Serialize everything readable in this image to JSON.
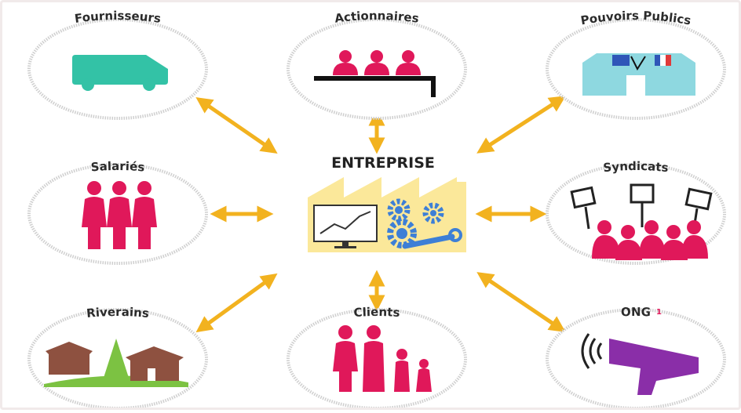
{
  "center": {
    "title": "ENTREPRISE",
    "icon": "factory-gears-chart-icon"
  },
  "stakeholders": [
    {
      "label": "Fournisseurs",
      "icon": "van-icon"
    },
    {
      "label": "Actionnaires",
      "icon": "shareholders-table-icon"
    },
    {
      "label": "Pouvoirs Publics",
      "icon": "town-hall-flags-icon"
    },
    {
      "label": "Salariés",
      "icon": "employees-group-icon"
    },
    {
      "label": "Syndicats",
      "icon": "protest-signs-icon"
    },
    {
      "label": "Riverains",
      "icon": "houses-tree-icon"
    },
    {
      "label": "Clients",
      "icon": "family-icon"
    },
    {
      "label": "ONG",
      "superscript": "1",
      "icon": "megaphone-icon"
    }
  ],
  "colors": {
    "arrow": "#f2b21f",
    "people": "#e0185a",
    "van": "#33c2a6",
    "hall": "#8ed8e0",
    "factory": "#fbe89a",
    "gears": "#3d7fd6",
    "houses": "#8e5140",
    "tree": "#7cc242",
    "megaphone": "#8a2ea8",
    "oval_border": "#cfcfcf"
  }
}
